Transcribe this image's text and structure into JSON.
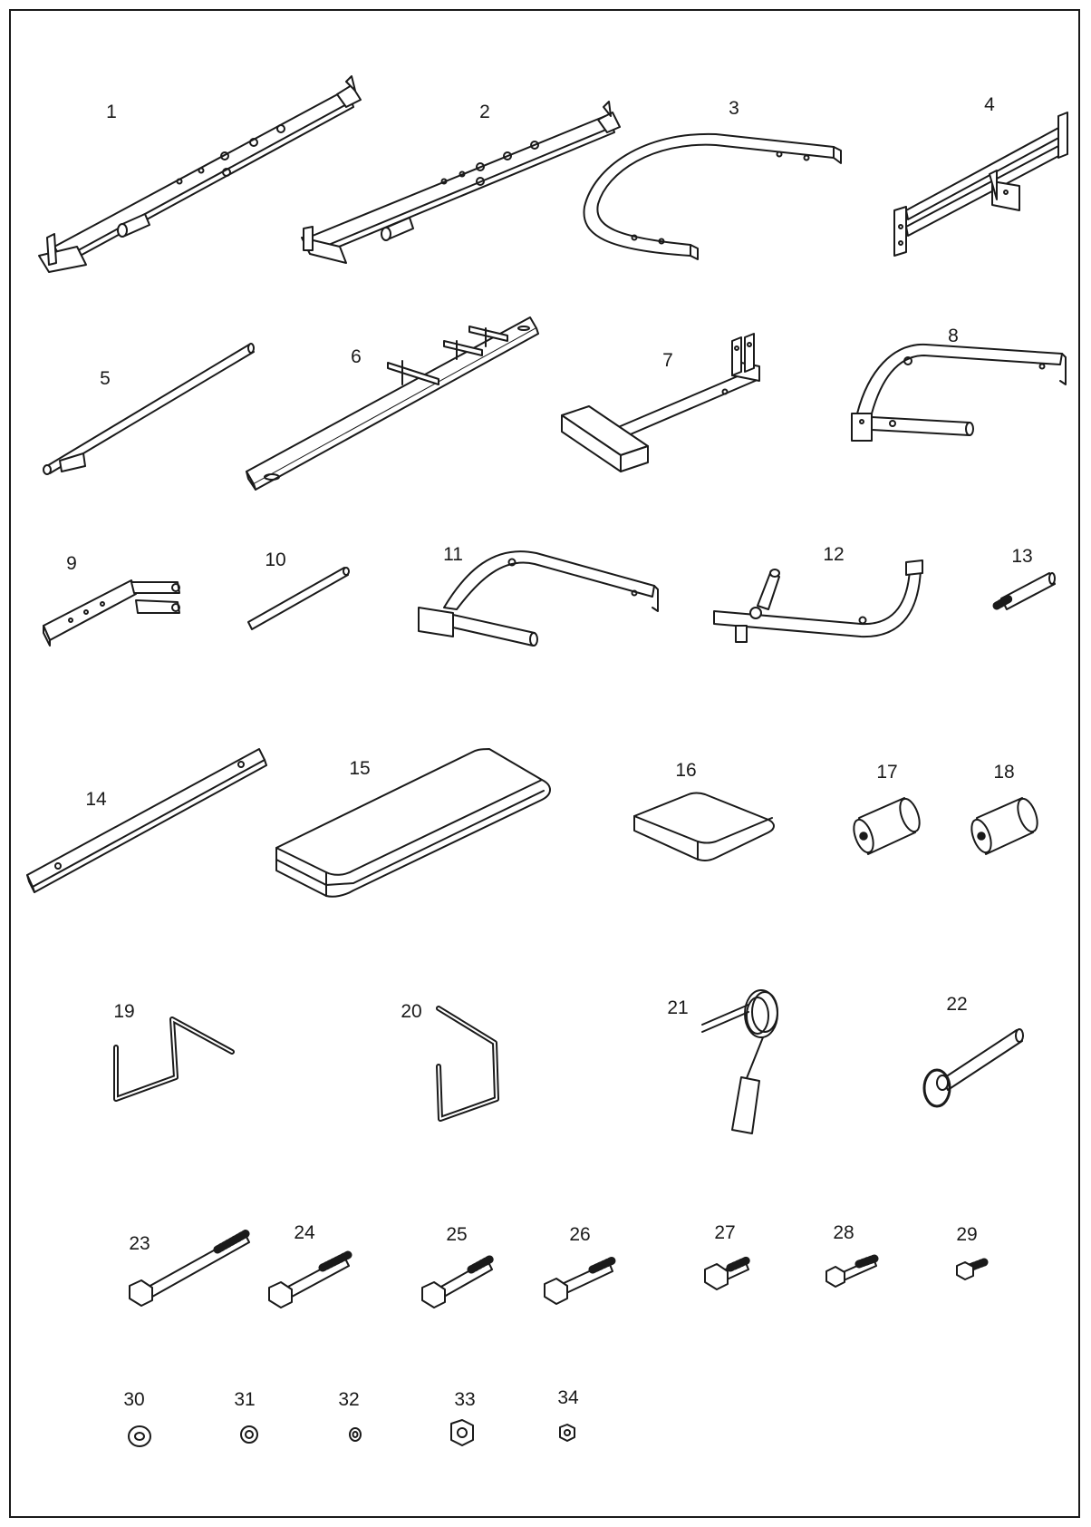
{
  "diagram": {
    "border_color": "#1a1a1a",
    "line_color": "#1a1a1a",
    "parts": [
      {
        "number": "1",
        "shape": "long-frame-tube-with-bracket"
      },
      {
        "number": "2",
        "shape": "long-frame-tube-with-bracket"
      },
      {
        "number": "3",
        "shape": "u-shaped-tube"
      },
      {
        "number": "4",
        "shape": "cross-bar-with-plates"
      },
      {
        "number": "5",
        "shape": "thin-rod"
      },
      {
        "number": "6",
        "shape": "square-tube-with-tabs"
      },
      {
        "number": "7",
        "shape": "t-base-tube"
      },
      {
        "number": "8",
        "shape": "curved-arm-with-pin"
      },
      {
        "number": "9",
        "shape": "short-tube-with-fork"
      },
      {
        "number": "10",
        "shape": "short-rod"
      },
      {
        "number": "11",
        "shape": "curved-arm-with-pin"
      },
      {
        "number": "12",
        "shape": "curved-arm-with-pin"
      },
      {
        "number": "13",
        "shape": "small-pin"
      },
      {
        "number": "14",
        "shape": "long-square-tube"
      },
      {
        "number": "15",
        "shape": "seat-pad-long"
      },
      {
        "number": "16",
        "shape": "seat-pad-short"
      },
      {
        "number": "17",
        "shape": "foam-roller"
      },
      {
        "number": "18",
        "shape": "foam-roller"
      },
      {
        "number": "19",
        "shape": "bent-wire-rod"
      },
      {
        "number": "20",
        "shape": "bent-wire-rod"
      },
      {
        "number": "21",
        "shape": "spring-clip"
      },
      {
        "number": "22",
        "shape": "pull-pin-with-ring"
      },
      {
        "number": "23",
        "shape": "hex-bolt-long"
      },
      {
        "number": "24",
        "shape": "hex-bolt"
      },
      {
        "number": "25",
        "shape": "hex-bolt"
      },
      {
        "number": "26",
        "shape": "hex-bolt"
      },
      {
        "number": "27",
        "shape": "hex-bolt-short"
      },
      {
        "number": "28",
        "shape": "hex-bolt-small"
      },
      {
        "number": "29",
        "shape": "hex-bolt-tiny"
      },
      {
        "number": "30",
        "shape": "washer-large"
      },
      {
        "number": "31",
        "shape": "washer-medium"
      },
      {
        "number": "32",
        "shape": "washer-small"
      },
      {
        "number": "33",
        "shape": "hex-nut-large"
      },
      {
        "number": "34",
        "shape": "hex-nut-small"
      }
    ]
  }
}
